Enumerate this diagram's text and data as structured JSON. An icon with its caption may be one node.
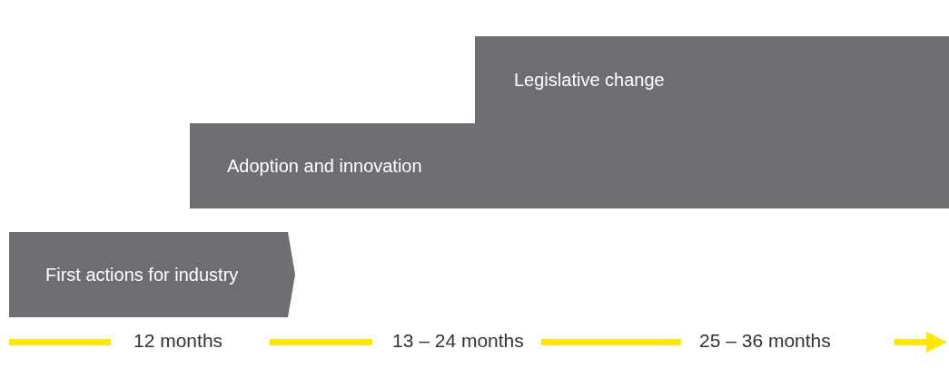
{
  "diagram": {
    "nodes": [
      {
        "text": [
          "Legislative change"
        ]
      },
      {
        "text": [
          "Adoption and innovation"
        ]
      },
      {
        "text": [
          "First actions for industry"
        ]
      }
    ],
    "labels": [
      "12 months",
      "13 – 24 months",
      "25 – 36 months"
    ]
  }
}
